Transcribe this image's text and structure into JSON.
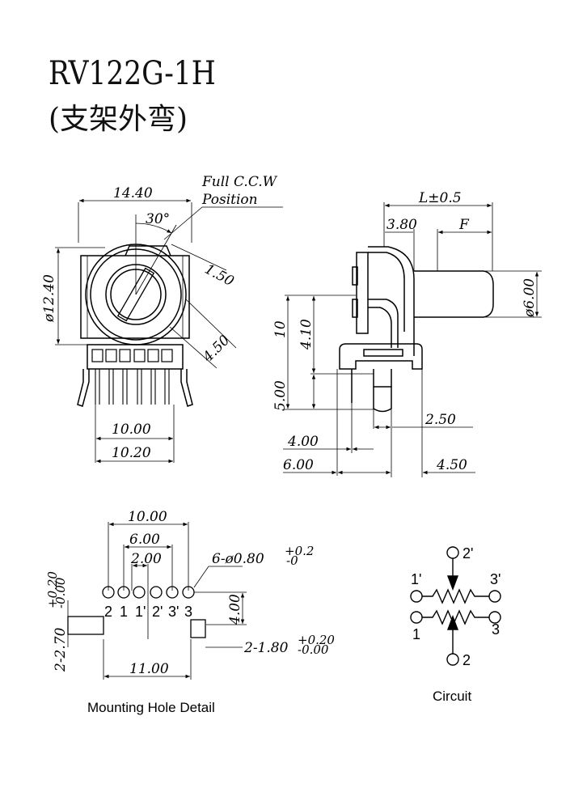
{
  "title": {
    "model": "RV122G-1H",
    "subtitle": "(支架外弯)"
  },
  "front_view": {
    "width": "14.40",
    "diameter": "ø12.40",
    "angle": "30°",
    "note_line1": "Full C.C.W",
    "note_line2": "Position",
    "dim_a": "1.50",
    "dim_b": "4.50",
    "pin_span": "10.00",
    "bracket_span": "10.20"
  },
  "side_view": {
    "length": "L±0.5",
    "dim_380": "3.80",
    "dim_f": "F",
    "shaft_dia": "ø6.00",
    "dim_10": "10",
    "dim_410": "4.10",
    "dim_500": "5.00",
    "dim_250": "2.50",
    "dim_400": "4.00",
    "dim_600": "6.00",
    "dim_450": "4.50"
  },
  "mounting": {
    "span_outer": "10.00",
    "span_mid": "6.00",
    "span_inner": "2.00",
    "holes": "6-ø0.80",
    "holes_tol_upper": "+0.2",
    "holes_tol_lower": "-0",
    "pins": [
      "2",
      "1",
      "1'",
      "2'",
      "3'",
      "3"
    ],
    "dim_400": "4.00",
    "slot_left": "2-2.70",
    "slot_left_tol_upper": "+0.20",
    "slot_left_tol_lower": "-0.00",
    "slot_right": "2-1.80",
    "slot_right_tol_upper": "+0.20",
    "slot_right_tol_lower": "-0.00",
    "bottom_span": "11.00",
    "caption": "Mounting Hole Detail"
  },
  "circuit": {
    "labels": [
      "2'",
      "1'",
      "3'",
      "1",
      "3",
      "2"
    ],
    "caption": "Circuit"
  }
}
